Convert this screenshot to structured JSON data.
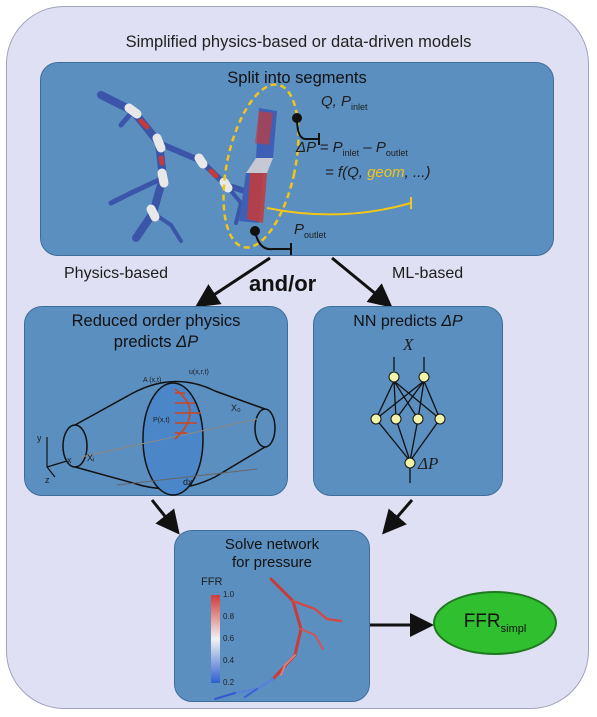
{
  "title": "Simplified physics-based or data-driven models",
  "top_panel": {
    "title": "Split into segments",
    "q_label": "Q, P",
    "q_sub": "inlet",
    "dp_line1_a": "ΔP = P",
    "dp_line1_sub1": "inlet",
    "dp_line1_b": " – P",
    "dp_line1_sub2": "outlet",
    "dp_line2_a": "= f(Q, ",
    "dp_line2_geom": "geom",
    "dp_line2_b": ", ...)",
    "outlet_label": "P",
    "outlet_sub": "outlet"
  },
  "branches": {
    "left_label": "Physics-based",
    "center_label": "and/or",
    "right_label": "ML-based"
  },
  "rom_panel": {
    "title_line1": "Reduced order physics",
    "title_line2": "predicts",
    "title_symbol": "ΔP",
    "axis_y": "y",
    "axis_z": "z",
    "axis_x": "x",
    "label_a": "A (x,t)",
    "label_u": "u(x,r,t)",
    "label_p": "P(x,t)",
    "label_xi": "Xᵢ",
    "label_xo": "X₀",
    "label_dx": "dx"
  },
  "nn_panel": {
    "title": "NN predicts",
    "title_symbol": "ΔP",
    "input_label": "X",
    "output_label": "ΔP"
  },
  "network_panel": {
    "title_line1": "Solve network",
    "title_line2": "for pressure",
    "legend_title": "FFR",
    "legend_ticks": [
      "1.0",
      "0.8",
      "0.6",
      "0.4",
      "0.2"
    ],
    "colors": {
      "high": "#d23a35",
      "mid": "#f2f2f2",
      "low": "#2f5fd0"
    }
  },
  "result": {
    "label": "FFR",
    "sub": "simpl",
    "color": "#2fbf2f"
  }
}
